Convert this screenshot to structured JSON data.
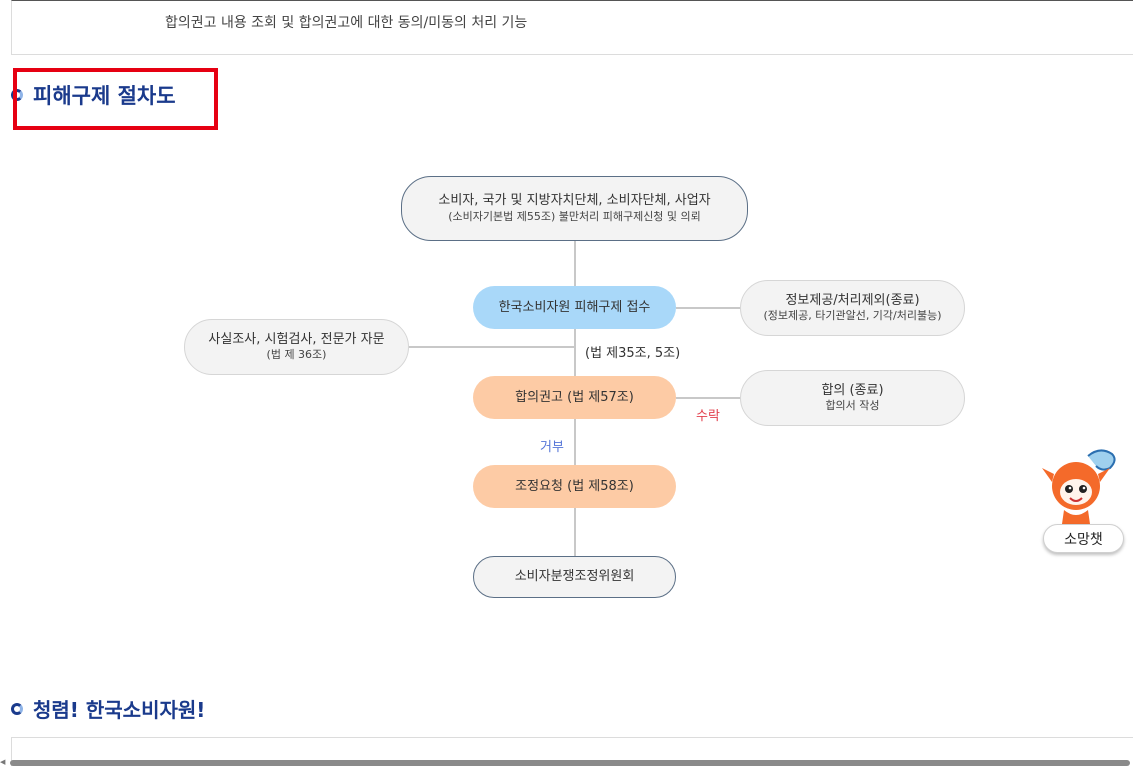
{
  "top_description": "합의권고 내용 조회 및 합의권고에 대한 동의/미동의 처리 기능",
  "section1_title": "피해구제 절차도",
  "section2_title": "청렴! 한국소비자원!",
  "flow": {
    "request": {
      "line1": "소비자, 국가 및 지방자치단체, 소비자단체, 사업자",
      "line2": "(소비자기본법 제55조) 불만처리 피해구제신청 및 의뢰"
    },
    "receipt": {
      "line1": "한국소비자원 피해구제 접수"
    },
    "info": {
      "line1": "정보제공/처리제외(종료)",
      "line2": "(정보제공, 타기관알선, 기각/처리불능)"
    },
    "investigation": {
      "line1": "사실조사, 시험검사, 전문가 자문",
      "line2": "(법 제 36조)"
    },
    "law_label": "(법 제35조, 5조)",
    "recommend": {
      "line1": "합의권고 (법 제57조)"
    },
    "agreement": {
      "line1": "합의 (종료)",
      "line2": "합의서 작성"
    },
    "accept_label": "수락",
    "reject_label": "거부",
    "mediation_request": {
      "line1": "조정요청 (법 제58조)"
    },
    "committee": {
      "line1": "소비자분쟁조정위원회"
    }
  },
  "chatbot": {
    "label": "소망챗",
    "icon": "mascot-chatbot-icon"
  },
  "colors": {
    "title_blue": "#1a3a8c",
    "receipt_blue": "#a9d8f9",
    "step_orange": "#fdcba5",
    "accept_red": "#e2404d",
    "reject_blue": "#5575d8",
    "highlight_red": "#e60012"
  }
}
